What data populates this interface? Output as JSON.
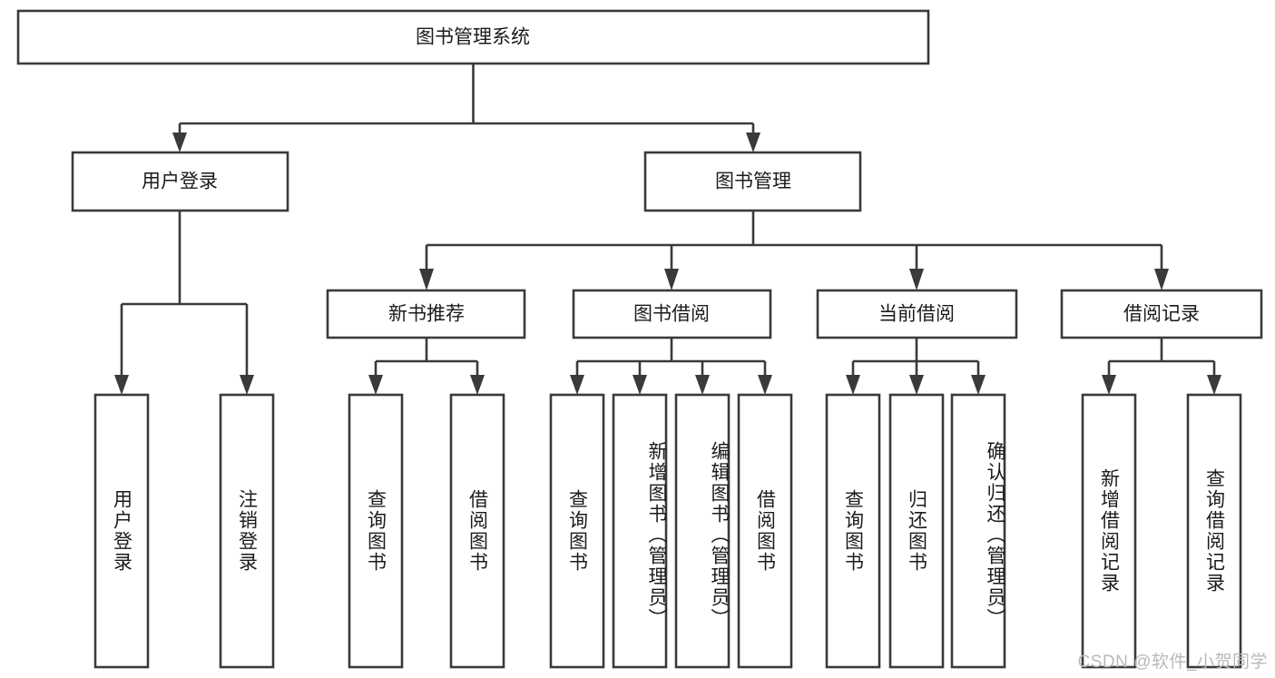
{
  "diagram": {
    "type": "tree-hierarchy-chart",
    "title": "图书管理系统",
    "watermark": "CSDN @软件_小贺同学",
    "colors": {
      "stroke": "#3a3a3a",
      "fill": "#ffffff",
      "text": "#1b1b1b",
      "watermark": "#b9b9b9",
      "background": "#ffffff"
    },
    "levels": {
      "root": {
        "label": "图书管理系统"
      },
      "level2": [
        {
          "label": "用户登录"
        },
        {
          "label": "图书管理"
        }
      ],
      "level3": [
        {
          "label": "新书推荐",
          "parent": "图书管理"
        },
        {
          "label": "图书借阅",
          "parent": "图书管理"
        },
        {
          "label": "当前借阅",
          "parent": "图书管理"
        },
        {
          "label": "借阅记录",
          "parent": "图书管理"
        }
      ],
      "leaves": [
        {
          "label": "用户登录",
          "parent": "用户登录"
        },
        {
          "label": "注销登录",
          "parent": "用户登录"
        },
        {
          "label": "查询图书",
          "parent": "新书推荐"
        },
        {
          "label": "借阅图书",
          "parent": "新书推荐"
        },
        {
          "label": "查询图书",
          "parent": "图书借阅"
        },
        {
          "label": "新增图书（管理员）",
          "parent": "图书借阅"
        },
        {
          "label": "编辑图书（管理员）",
          "parent": "图书借阅"
        },
        {
          "label": "借阅图书",
          "parent": "图书借阅"
        },
        {
          "label": "查询图书",
          "parent": "当前借阅"
        },
        {
          "label": "归还图书",
          "parent": "当前借阅"
        },
        {
          "label": "确认归还（管理员）",
          "parent": "当前借阅"
        },
        {
          "label": "新增借阅记录",
          "parent": "借阅记录"
        },
        {
          "label": "查询借阅记录",
          "parent": "借阅记录"
        }
      ]
    }
  }
}
